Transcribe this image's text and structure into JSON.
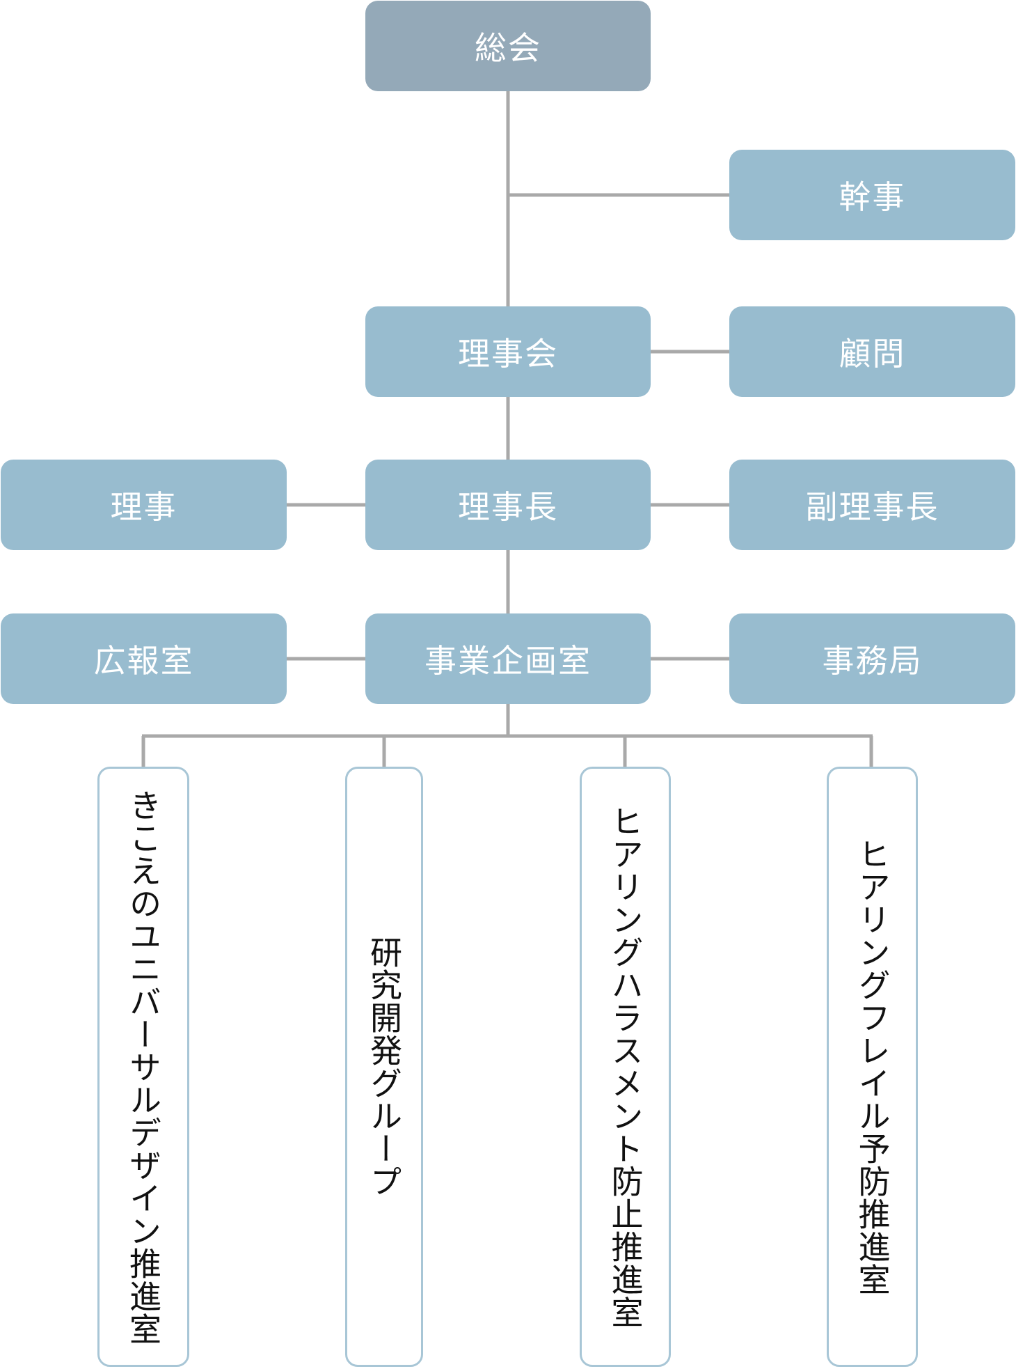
{
  "colors": {
    "top_box": "#94a9b8",
    "box": "#98bccf",
    "box_text": "#ffffff",
    "outline_box_border": "#a8c6d6",
    "outline_box_text": "#111111",
    "connector": "#a9a9a9"
  },
  "nodes": {
    "soukai": "総会",
    "kanji": "幹事",
    "rijikai": "理事会",
    "komon": "顧問",
    "riji": "理事",
    "rijichou": "理事長",
    "fukurijichou": "副理事長",
    "kouhou": "広報室",
    "jigyou": "事業企画室",
    "jimukyoku": "事務局"
  },
  "groups": [
    "きこえのユニバーサルデザイン推進室",
    "研究開発グループ",
    "ヒアリングハラスメント防止推進室",
    "ヒアリングフレイル予防推進室"
  ]
}
